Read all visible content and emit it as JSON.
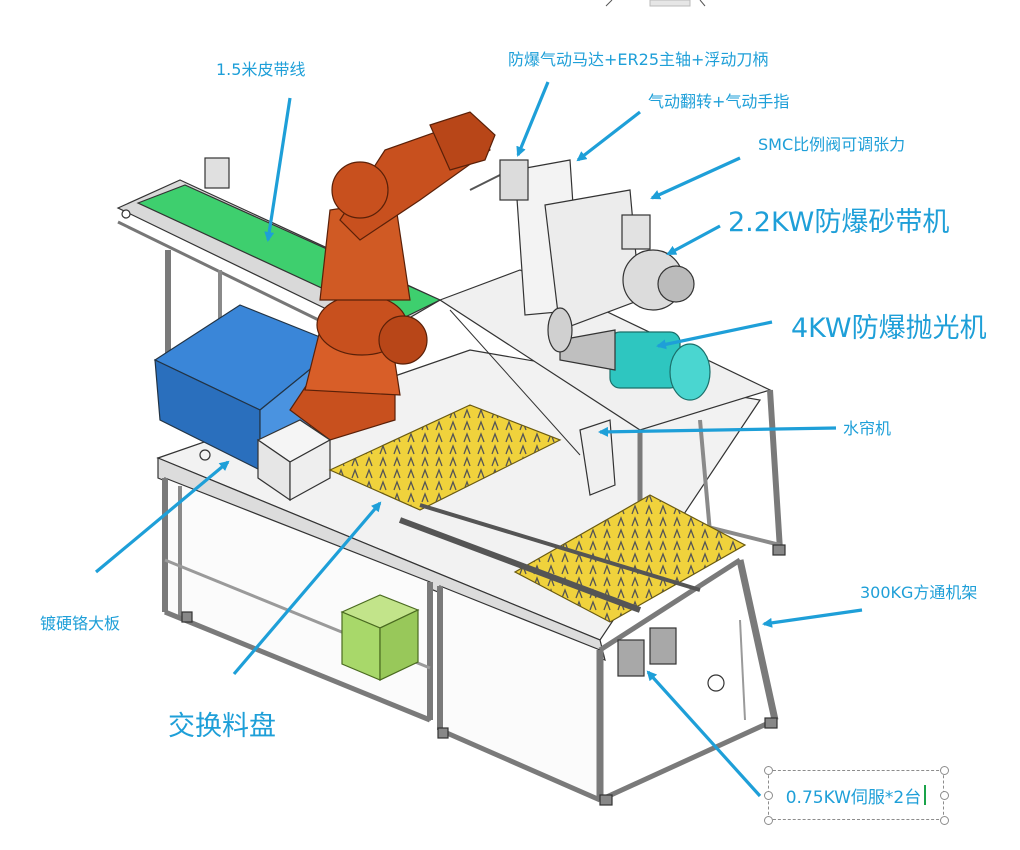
{
  "labels": {
    "belt_line": "1.5米皮带线",
    "motor_spindle": "防爆气动马达+ER25主轴+浮动刀柄",
    "pneumatic_flip": "气动翻转+气动手指",
    "smc_valve": "SMC比例阀可调张力",
    "belt_sander": "2.2KW防爆砂带机",
    "polisher": "4KW防爆抛光机",
    "water_curtain": "水帘机",
    "chrome_plate": "镀硬铬大板",
    "exchange_tray": "交换料盘",
    "frame": "300KG方通机架",
    "servo": "0.75KW伺服*2台"
  },
  "colors": {
    "annotation": "#1e9fd8",
    "robot": "#c8501e",
    "conveyor_belt": "#3ecf6e",
    "tray": "#f0d23c",
    "bin": "#3a86d8",
    "polisher_motor": "#2ec6c0",
    "green_box": "#a8d86a"
  },
  "icons": [
    "robot-arm",
    "arrow"
  ]
}
